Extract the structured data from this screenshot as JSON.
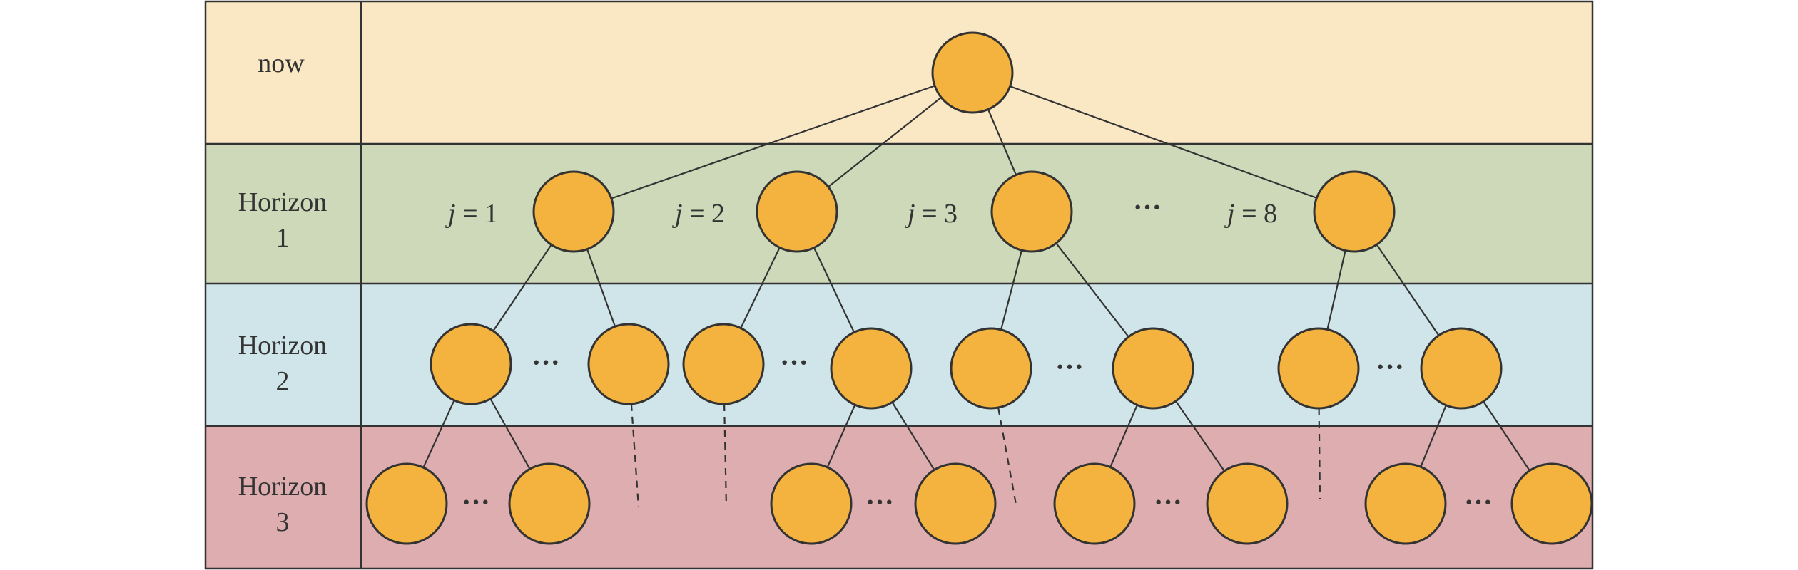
{
  "rows": [
    {
      "label_lines": [
        "now"
      ],
      "color": "#FAE8C5"
    },
    {
      "label_lines": [
        "Horizon",
        "1"
      ],
      "color": "#CDD9B8"
    },
    {
      "label_lines": [
        "Horizon",
        "2"
      ],
      "color": "#D0E5EA"
    },
    {
      "label_lines": [
        "Horizon",
        "3"
      ],
      "color": "#DEADAF"
    }
  ],
  "node_color": "#F4B23E",
  "branch_labels": [
    {
      "prefix": "j",
      "suffix": " = 1"
    },
    {
      "prefix": "j",
      "suffix": " = 2"
    },
    {
      "prefix": "j",
      "suffix": " = 3"
    },
    {
      "prefix": "j",
      "suffix": " = 8"
    }
  ],
  "ellipsis": "···"
}
